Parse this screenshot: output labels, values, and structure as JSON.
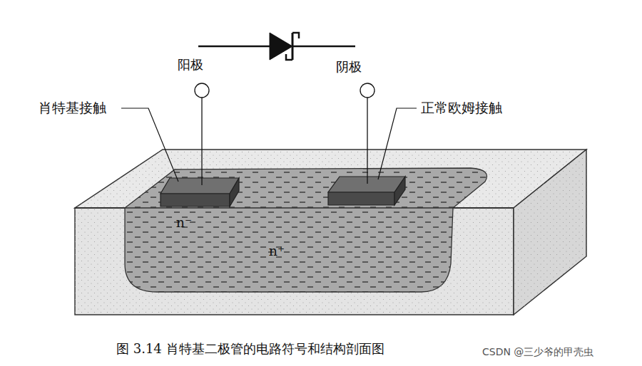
{
  "diagram": {
    "caption": "图 3.14 肖特基二极管的电路符号和结构剖面图",
    "nodes": [
      {
        "text": [
          "n⁺"
        ]
      },
      {
        "text": [
          "n⁻"
        ],
        "in": 0
      }
    ],
    "labels": [
      "阳极",
      "阴极",
      "肖特基接触",
      "正常欧姆接触",
      "CSDN @三少爷的甲壳虫"
    ]
  }
}
